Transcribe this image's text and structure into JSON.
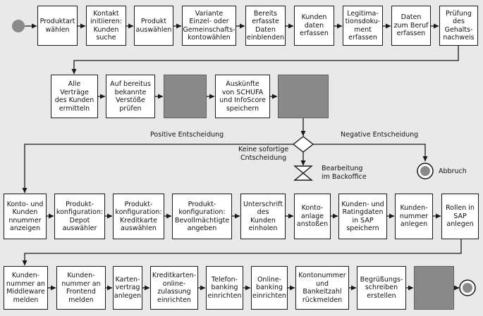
{
  "colors": {
    "background": "#e9e9e9",
    "box_fill": "#ffffff",
    "placeholder_fill": "#8a8a8a",
    "line": "#1a1a1a",
    "start_node": "#8a8a8a"
  },
  "row1": [
    "Produktart\nwählen",
    "Kontakt\ninitiieren:\nKunden\nsuche",
    "Produkt\nauswählen",
    "Variante\nEinzel- oder\nGemeinschafts-\nkontowählen",
    "Bereits\nerfasste\nDaten\neinblenden",
    "Kunden\ndaten\nerfassen",
    "Legitima-\ntionsdoku-\nment\nerfassen",
    "Daten\nzum Beruf\nerfassen",
    "Prüfung\ndes\nGehalts-\nnachweis"
  ],
  "row2": [
    "Alle\nVerträge\ndes Kunden\nermitteln",
    "Auf bereitus\nbekannte\nVerstöße\nprüfen",
    "",
    "Auskünfte\nvon SCHUFA\nund InfoScore\nspeichern",
    ""
  ],
  "decision": {
    "positive": "Positive Entscheidung",
    "negative": "Negative Entscheidung",
    "no_immediate": "Keine sofortige\nCntscheidung",
    "backoffice": "Bearbeitung\nim Backoffice",
    "abort": "Abbruch"
  },
  "row3": [
    "Konto- und\nKunden\nnnummer\nanzeigen",
    "Produkt-\nkonfiguration:\nDepot\nauswähler",
    "Produkt-\nkonfiguration:\nKreditkarte\nauswählen",
    "Produkt-\nkonfiguration:\nBevollmächtigte\nangeben",
    "Unterschrift\ndes\nKunden\neinholen",
    "Konto-\nanlage\nanstoßen",
    "Kunden- und\nRatingdaten\nin SAP\nspeichern",
    "Kunden-\nnummer\nanlegen",
    "Rollen in\nSAP\nanlegen"
  ],
  "row4": [
    "Kunden-\nnummer an\nMiddleware\nmelden",
    "Kunden-\nnummer an\nFrontend\nmelden",
    "Karten-\nvertrag\nanlegen",
    "Kreditkarten-\nonline-\nzulassung\neinrichten",
    "Telefon-\nbanking\neinrichten",
    "Online-\nbanking\neinrichten",
    "Kontonummer\nund\nBankeitzahl\nrückmelden",
    "Begrüßungs-\nschreiben\nerstellen",
    ""
  ]
}
